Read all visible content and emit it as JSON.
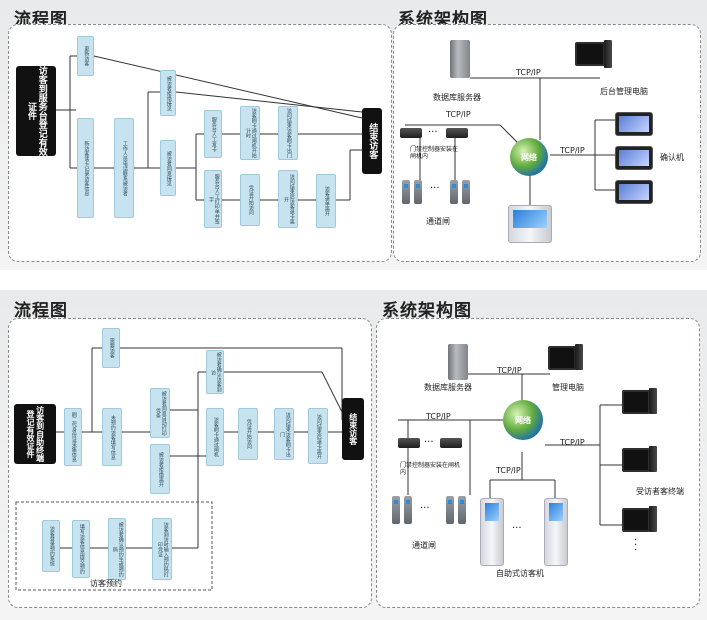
{
  "top": {
    "flow_title": "流程图",
    "arch_title": "系统架构图",
    "start": "访客到服务台登记有效证件",
    "end": "结束访客",
    "boxes": {
      "b1": "更新访客",
      "b2": "新访客读卡记录访客信息",
      "b3": "工作人员电话联系被访者",
      "b4": "被访者拒绝接见",
      "b5": "被访者同意接见",
      "b6": "服务台人工发卡",
      "b7": "服务台人工打印单并签字",
      "b8": "访客刷卡通过闸机开始计时",
      "b9": "凭证开始访问",
      "b10": "访问结束访客刷卡出门",
      "b11": "访问结束后访客退卡离开",
      "b12": "访客退单离开"
    },
    "labels": {
      "db_server": "数据库服务器",
      "admin_pc": "后台管理电脑",
      "confirm": "确认机",
      "tcpip1": "TCP/IP",
      "tcpip2": "TCP/IP",
      "tcpip3": "TCP/IP",
      "network": "网络",
      "controller": "门禁控制器安装在闸机内",
      "gate": "通道闸",
      "dots": "..."
    }
  },
  "bottom": {
    "flow_title": "流程图",
    "arch_title": "系统架构图",
    "start": "访客到自助终端登记有效证件",
    "end": "结束访客",
    "booking_label": "访客预约",
    "boxes": {
      "c1": "需要访客",
      "c2": "刷二代身份证采集信息",
      "c3": "未预约访客填写信息",
      "c4": "被访者同意自动打印凭条",
      "c5": "被访者拒绝离开",
      "c6": "被访者确认访客到访",
      "c7": "访客刷卡通过闸机",
      "c8": "凭证开始访问",
      "c9": "访问结束访客刷卡出门",
      "c10": "访问结束后退卡离开",
      "c11": "访客登录预约系统",
      "c12": "填写访客信息提交预约",
      "c13": "被访者确认预约生成预约码",
      "c14": "访客到访时输入预约码打印凭证"
    },
    "labels": {
      "db_server": "数据库服务器",
      "admin_pc": "管理电脑",
      "visitee": "受访者客终端",
      "kiosk": "自助式访客机",
      "tcpip1": "TCP/IP",
      "tcpip2": "TCP/IP",
      "tcpip3": "TCP/IP",
      "tcpip4": "TCP/IP",
      "network": "网络",
      "controller": "门禁控制器安装在闸机内",
      "gate": "通道闸",
      "dots": "..."
    }
  }
}
